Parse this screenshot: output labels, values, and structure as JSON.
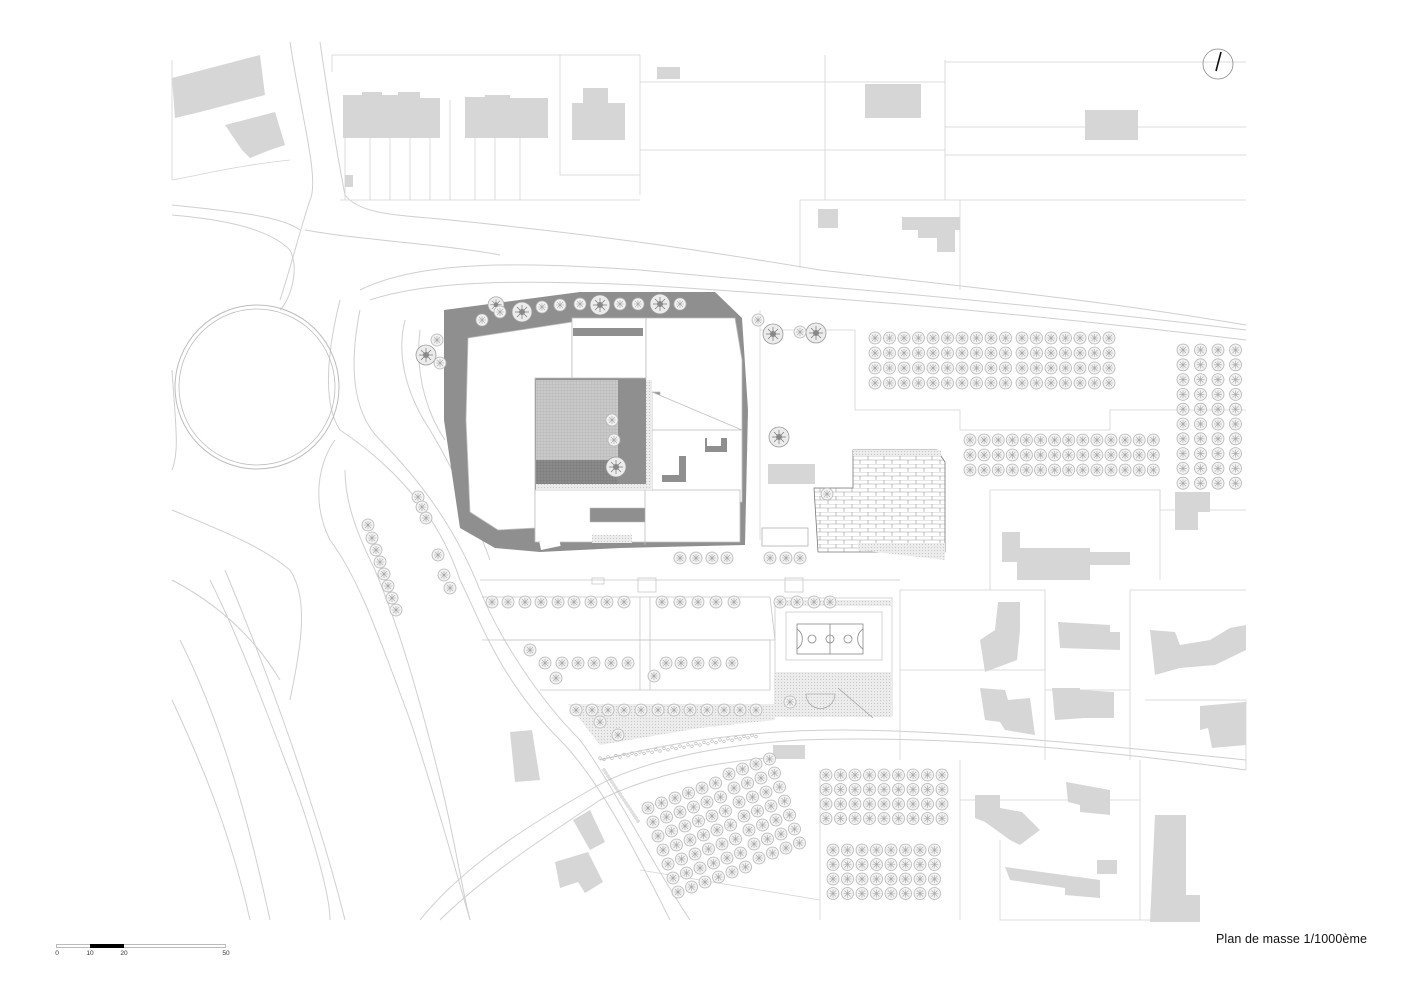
{
  "drawing": {
    "title": "Plan de masse 1/1000ème",
    "type": "architectural site plan"
  },
  "scale_bar": {
    "labels": [
      "0",
      "10",
      "20",
      "50"
    ],
    "units_max": 50,
    "filled_segment": [
      10,
      20
    ]
  },
  "north_arrow": {
    "icon": "north-arrow-icon",
    "rotation_deg": 15
  },
  "colors": {
    "background": "#ffffff",
    "existing_building": "#d6d6d6",
    "project_pavement": "#8f8f8f",
    "project_dark": "#7a7a7a",
    "line": "#c8c8c8",
    "tree": "#bdbdbd",
    "text": "#111111"
  },
  "features": {
    "roundabout": "circular-roundabout",
    "main_building": "project-building-complex",
    "sports_court": "basketball-court",
    "courtyard": "inner-courtyard",
    "orchard": "tree-grid"
  }
}
